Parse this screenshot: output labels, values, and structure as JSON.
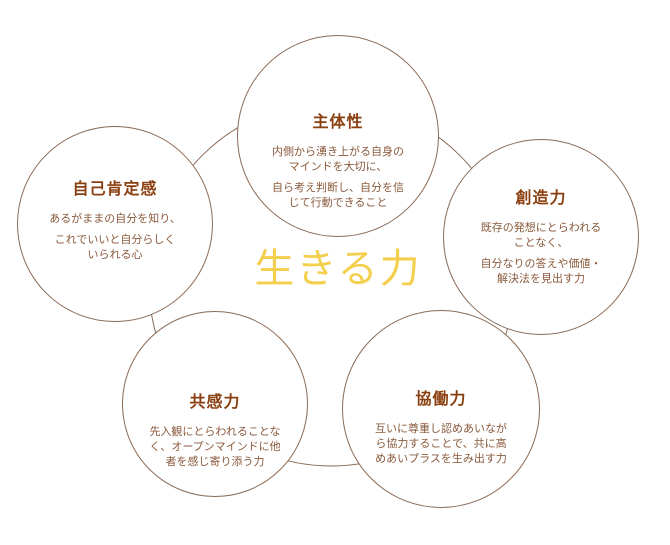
{
  "center_label": "生きる力",
  "colors": {
    "title": "#8a3f10",
    "body": "#8a5a3c",
    "circle_border": "#8a6a55",
    "center": "#f3cf4d"
  },
  "nodes": [
    {
      "title": "主体性",
      "lines": [
        "内側から湧き上がる自身の",
        "マインドを大切に、",
        "",
        "自ら考え判断し、自分を信",
        "じて行動できること"
      ]
    },
    {
      "title": "創造力",
      "lines": [
        "既存の発想にとらわれる",
        "ことなく、",
        "",
        "自分なりの答えや価値・",
        "解決法を見出す力"
      ]
    },
    {
      "title": "協働力",
      "lines": [
        "互いに尊重し認めあいなが",
        "ら協力することで、共に高",
        "めあいプラスを生み出す力"
      ]
    },
    {
      "title": "共感力",
      "lines": [
        "先入観にとらわれることな",
        "く、オープンマインドに他",
        "者を感じ寄り添う力"
      ]
    },
    {
      "title": "自己肯定感",
      "lines": [
        "あるがままの自分を知り、",
        "",
        "これでいいと自分らしく",
        "いられる心"
      ]
    }
  ]
}
